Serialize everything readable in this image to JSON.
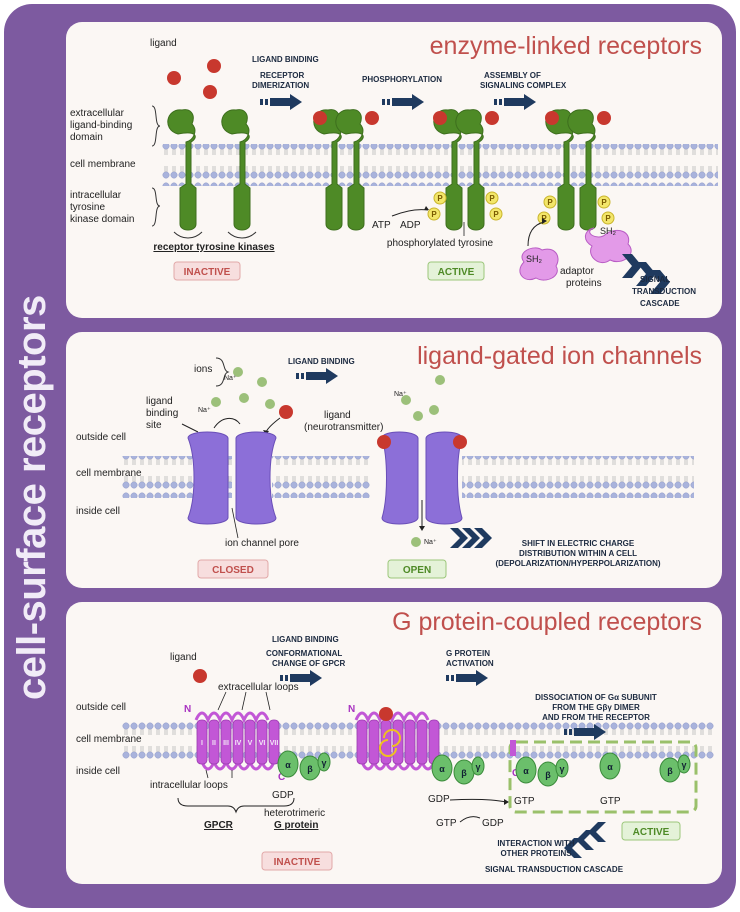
{
  "side_title": "cell-surface receptors",
  "panel1": {
    "title": "enzyme-linked receptors",
    "labels": {
      "ligand": "ligand",
      "extracellular_1": "extracellular",
      "extracellular_2": "ligand-binding",
      "extracellular_3": "domain",
      "membrane": "cell membrane",
      "intracellular_1": "intracellular",
      "intracellular_2": "tyrosine",
      "intracellular_3": "kinase domain",
      "receptor": "receptor tyrosine kinases",
      "atp": "ATP",
      "adp": "ADP",
      "phos_tyr": "phosphorylated tyrosine",
      "sh2_a": "SH₂",
      "sh2_b": "SH₂",
      "adaptor_1": "adaptor",
      "adaptor_2": "proteins",
      "p": "P"
    },
    "steps": {
      "s1a": "LIGAND BINDING",
      "s1b": "RECEPTOR",
      "s1c": "DIMERIZATION",
      "s2": "PHOSPHORYLATION",
      "s3a": "ASSEMBLY OF",
      "s3b": "SIGNALING COMPLEX",
      "c1": "SIGNAL",
      "c2": "TRANSDUCTION",
      "c3": "CASCADE"
    },
    "states": {
      "inactive": "INACTIVE",
      "active": "ACTIVE"
    }
  },
  "panel2": {
    "title": "ligand-gated ion channels",
    "labels": {
      "ions": "ions",
      "na": "Na⁺",
      "binding_1": "ligand",
      "binding_2": "binding",
      "binding_3": "site",
      "ligand_1": "ligand",
      "ligand_2": "(neurotransmitter)",
      "outside": "outside cell",
      "membrane": "cell membrane",
      "inside": "inside cell",
      "pore": "ion channel pore"
    },
    "steps": {
      "s1": "LIGAND BINDING",
      "shift1": "SHIFT IN ELECTRIC CHARGE",
      "shift2": "DISTRIBUTION WITHIN A CELL",
      "shift3": "(DEPOLARIZATION/HYPERPOLARIZATION)"
    },
    "states": {
      "closed": "CLOSED",
      "open": "OPEN"
    }
  },
  "panel3": {
    "title": "G protein-coupled receptors",
    "labels": {
      "ligand": "ligand",
      "outside": "outside cell",
      "membrane": "cell membrane",
      "inside": "inside cell",
      "extra_loops": "extracellular loops",
      "intra_loops": "intracellular loops",
      "n": "N",
      "c": "C",
      "gdp": "GDP",
      "gpcr": "GPCR",
      "hetero_1": "heterotrimeric",
      "hetero_2": "G protein",
      "gtp": "GTP",
      "alpha": "α",
      "beta": "β",
      "gamma": "γ",
      "romans": [
        "I",
        "II",
        "III",
        "IV",
        "V",
        "VI",
        "VII"
      ]
    },
    "steps": {
      "s1a": "LIGAND BINDING",
      "s1b": "CONFORMATIONAL",
      "s1c": "CHANGE OF GPCR",
      "s2a": "G PROTEIN",
      "s2b": "ACTIVATION",
      "s3a": "DISSOCIATION OF Gα SUBUNIT",
      "s3b": "FROM THE Gβγ DIMER",
      "s3c": "AND FROM THE RECEPTOR",
      "i1": "INTERACTION WITH",
      "i2": "OTHER PROTEINS",
      "cascade": "SIGNAL TRANSDUCTION CASCADE"
    },
    "states": {
      "inactive": "INACTIVE",
      "active": "ACTIVE"
    }
  },
  "colors": {
    "frame": "#7d5aa0",
    "title_red": "#c0504d",
    "receptor_green": "#4e8a26",
    "channel_purple": "#8c6fd8",
    "gpcr_magenta": "#c257d6",
    "ligand_red": "#c8382e",
    "phospho_yellow": "#f3e66a",
    "arrow_navy": "#1f3a5f"
  }
}
